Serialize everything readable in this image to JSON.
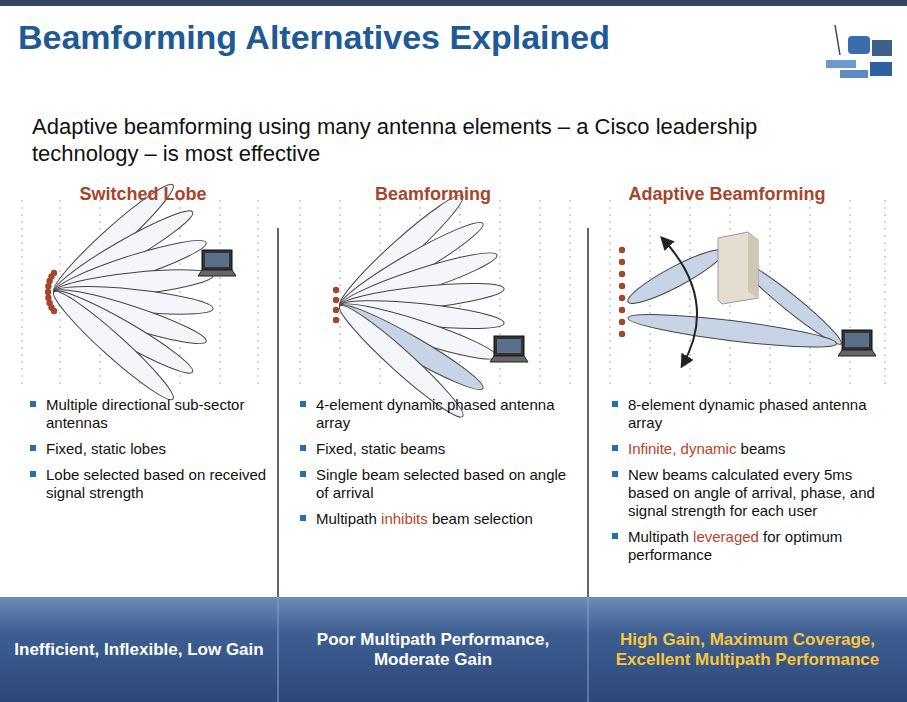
{
  "diagram": {
    "title": "Beamforming Alternatives Explained",
    "nodes": [
      {
        "text": [
          "Inefficient, Inflexible, Low Gain"
        ]
      },
      {
        "text": [
          "Poor Multipath Performance, Moderate Gain"
        ]
      },
      {
        "text": [
          "High Gain, Maximum Coverage, Excellent Multipath Performance"
        ]
      }
    ],
    "labels": [
      "Adaptive beamforming using many antenna elements – a Cisco leadership technology – is most effective",
      "Switched Lobe",
      "Multiple directional sub-sector antennas",
      "Fixed, static lobes",
      "Lobe selected based on received signal strength",
      "Beamforming",
      "4-element dynamic phased antenna array",
      "Fixed, static beams",
      "Single beam selected based on angle of arrival",
      "Multipath inhibits beam selection",
      "Adaptive Beamforming",
      "8-element dynamic phased antenna array",
      "Infinite, dynamic beams",
      "New beams calculated every 5ms based on angle of arrival, phase, and signal strength for each user",
      "Multipath leveraged for optimum performance"
    ]
  }
}
